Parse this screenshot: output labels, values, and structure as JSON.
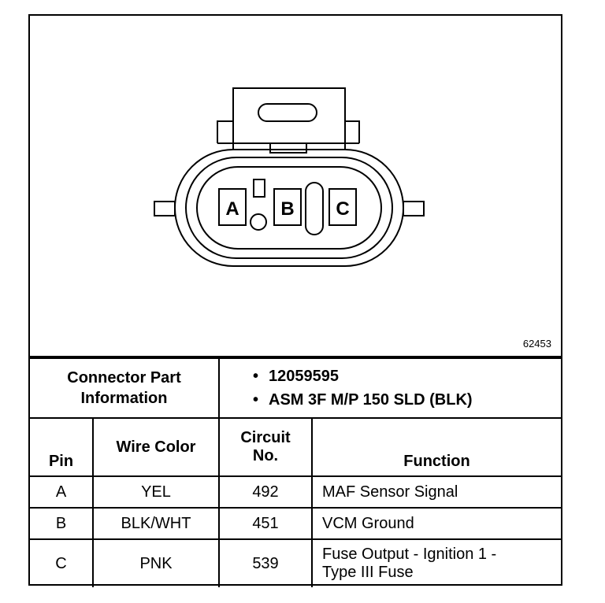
{
  "figure_number": "62453",
  "connector": {
    "pins": [
      "A",
      "B",
      "C"
    ]
  },
  "connector_info": {
    "label_line1": "Connector Part",
    "label_line2": "Information",
    "items": [
      "12059595",
      "ASM 3F M/P 150 SLD (BLK)"
    ]
  },
  "table": {
    "headers": {
      "pin": "Pin",
      "wire_color": "Wire Color",
      "circuit_line1": "Circuit",
      "circuit_line2": "No.",
      "function": "Function"
    },
    "rows": [
      {
        "pin": "A",
        "wire_color": "YEL",
        "circuit": "492",
        "function_line1": "MAF Sensor Signal",
        "function_line2": ""
      },
      {
        "pin": "B",
        "wire_color": "BLK/WHT",
        "circuit": "451",
        "function_line1": "VCM Ground",
        "function_line2": ""
      },
      {
        "pin": "C",
        "wire_color": "PNK",
        "circuit": "539",
        "function_line1": "Fuse Output - Ignition 1 -",
        "function_line2": "Type III Fuse"
      }
    ]
  }
}
